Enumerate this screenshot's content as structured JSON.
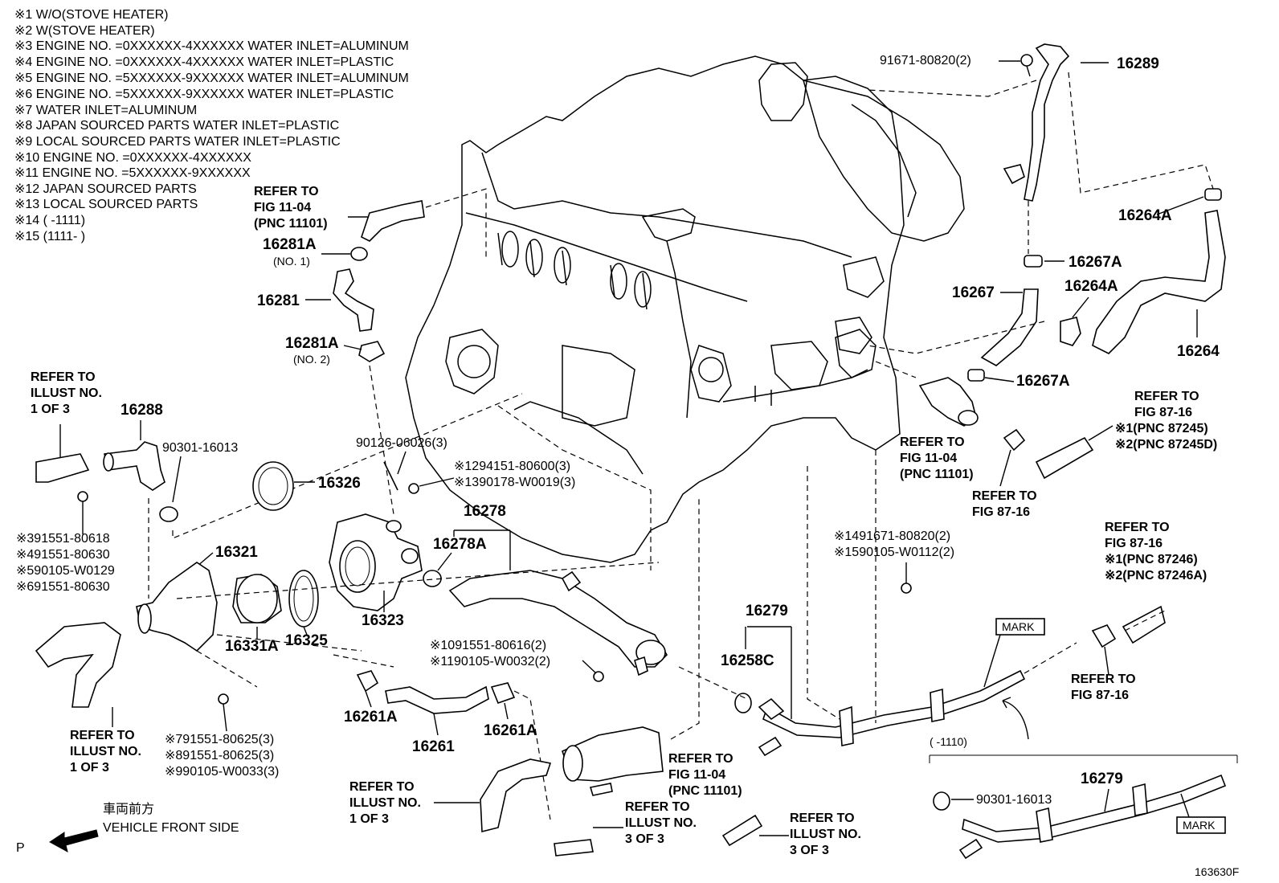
{
  "notes": [
    "※1 W/O(STOVE HEATER)",
    "※2 W(STOVE HEATER)",
    "※3 ENGINE NO. =0XXXXXX-4XXXXXX WATER INLET=ALUMINUM",
    "※4 ENGINE NO. =0XXXXXX-4XXXXXX WATER INLET=PLASTIC",
    "※5 ENGINE NO. =5XXXXXX-9XXXXXX WATER INLET=ALUMINUM",
    "※6 ENGINE NO. =5XXXXXX-9XXXXXX WATER INLET=PLASTIC",
    "※7 WATER INLET=ALUMINUM",
    "※8 JAPAN SOURCED PARTS WATER INLET=PLASTIC",
    "※9 LOCAL SOURCED PARTS WATER INLET=PLASTIC",
    "※10 ENGINE NO. =0XXXXXX-4XXXXXX",
    "※11 ENGINE NO. =5XXXXXX-9XXXXXX",
    "※12 JAPAN SOURCED PARTS",
    "※13 LOCAL SOURCED PARTS",
    "※14 (       -1111)",
    "※15 (1111-       )"
  ],
  "labels": {
    "p16289": "16289",
    "p91671_top": "91671-80820(2)",
    "p16264A_1": "16264A",
    "p16267A_1": "16267A",
    "p16267": "16267",
    "p16264A_2": "16264A",
    "p16264": "16264",
    "p16267A_2": "16267A",
    "p16281A_1": "16281A",
    "p16281A_1_sub": "(NO. 1)",
    "p16281": "16281",
    "p16281A_2": "16281A",
    "p16281A_2_sub": "(NO. 2)",
    "p16288": "16288",
    "p90301_left": "90301-16013",
    "p16326": "16326",
    "p90126": "90126-06026(3)",
    "p94151": "※1294151-80600(3)",
    "p90178": "※1390178-W0019(3)",
    "p16278": "16278",
    "p16278A": "16278A",
    "p16321": "16321",
    "p16323": "16323",
    "p16325": "16325",
    "p16331A": "16331A",
    "p91551_618": "※391551-80618",
    "p91551_630a": "※491551-80630",
    "p90105_129": "※590105-W0129",
    "p91551_630b": "※691551-80630",
    "p91551_616": "※1091551-80616(2)",
    "p90105_032": "※1190105-W0032(2)",
    "p16261A_1": "16261A",
    "p16261": "16261",
    "p16261A_2": "16261A",
    "p91551_625a": "※791551-80625(3)",
    "p91551_625b": "※891551-80625(3)",
    "p90105_033": "※990105-W0033(3)",
    "p16279_top": "16279",
    "p16258C": "16258C",
    "p14_91671": "※1491671-80820(2)",
    "p15_90105": "※1590105-W0112(2)",
    "p16279_bottom": "16279",
    "p90301_bottom": "90301-16013",
    "mark1": "MARK",
    "mark2": "MARK",
    "range_1110": "(        -1110)",
    "diagram_id": "163630F",
    "p_mark": "P",
    "front_jp": "車両前方",
    "front_en": "VEHICLE FRONT SIDE"
  },
  "refs": {
    "fig1104_a": [
      "REFER TO",
      "FIG 11-04",
      "(PNC 11101)"
    ],
    "fig1104_b": [
      "REFER TO",
      "FIG 11-04",
      "(PNC 11101)"
    ],
    "fig1104_c": [
      "REFER TO",
      "FIG 11-04",
      "(PNC 11101)"
    ],
    "illust1_a": [
      "REFER TO",
      "ILLUST NO.",
      "1 OF 3"
    ],
    "illust1_b": [
      "REFER TO",
      "ILLUST NO.",
      "1 OF 3"
    ],
    "illust1_c": [
      "REFER TO",
      "ILLUST NO.",
      "1 OF 3"
    ],
    "illust3_a": [
      "REFER TO",
      "ILLUST NO.",
      "3 OF 3"
    ],
    "illust3_b": [
      "REFER TO",
      "ILLUST NO.",
      "3 OF 3"
    ],
    "fig8716_a": [
      "REFER TO",
      "FIG 87-16",
      "※1(PNC 87245)",
      "※2(PNC 87245D)"
    ],
    "fig8716_b": [
      "REFER TO",
      "FIG 87-16"
    ],
    "fig8716_c": [
      "REFER TO",
      "FIG 87-16",
      "※1(PNC 87246)",
      "※2(PNC 87246A)"
    ],
    "fig8716_d": [
      "REFER TO",
      "FIG 87-16"
    ]
  }
}
